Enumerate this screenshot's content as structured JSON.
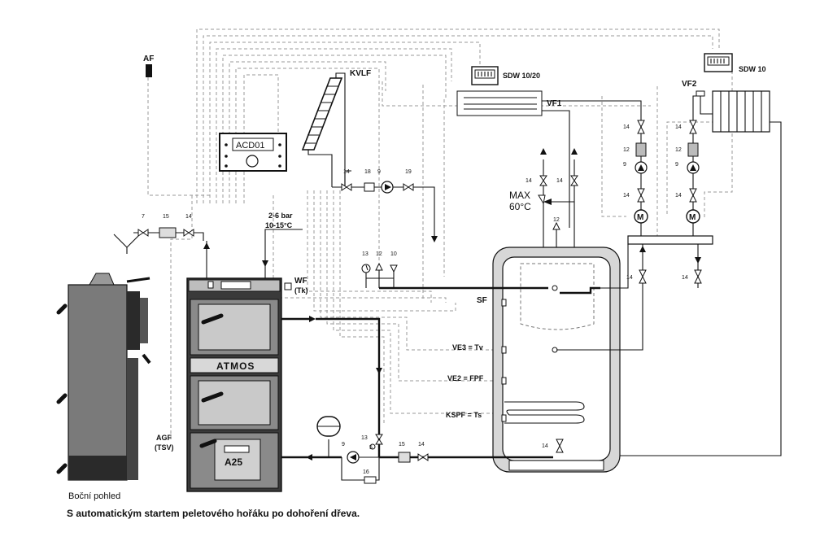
{
  "labels": {
    "af": "AF",
    "kvlf": "KVLF",
    "sdw1020": "SDW 10/20",
    "sdw10": "SDW 10",
    "vf1": "VF1",
    "vf2": "VF2",
    "acd01": "ACD01",
    "pressure": "2-6 bar",
    "temp_range": "10-15°C",
    "wf": "WF",
    "tk": "(Tk)",
    "max": "MAX",
    "max_temp": "60°C",
    "sf": "SF",
    "ve3": "VE3 = Tv",
    "ve2": "VE2 = FPF",
    "kspf": "KSPF = Ts",
    "atmos": "ATMOS",
    "a25": "A25",
    "agf": "AGF",
    "tsv": "(TSV)",
    "m": "M",
    "side_view": "Boční pohled",
    "caption": "S automatickým startem peletového hořáku po dohoření dřeva."
  },
  "component_numbers": {
    "n7": "7",
    "n9": "9",
    "n12": "12",
    "n13": "13",
    "n14": "14",
    "n15": "15",
    "n16": "16",
    "n18": "18",
    "n19": "19",
    "n5": "5",
    "n10": "10"
  }
}
